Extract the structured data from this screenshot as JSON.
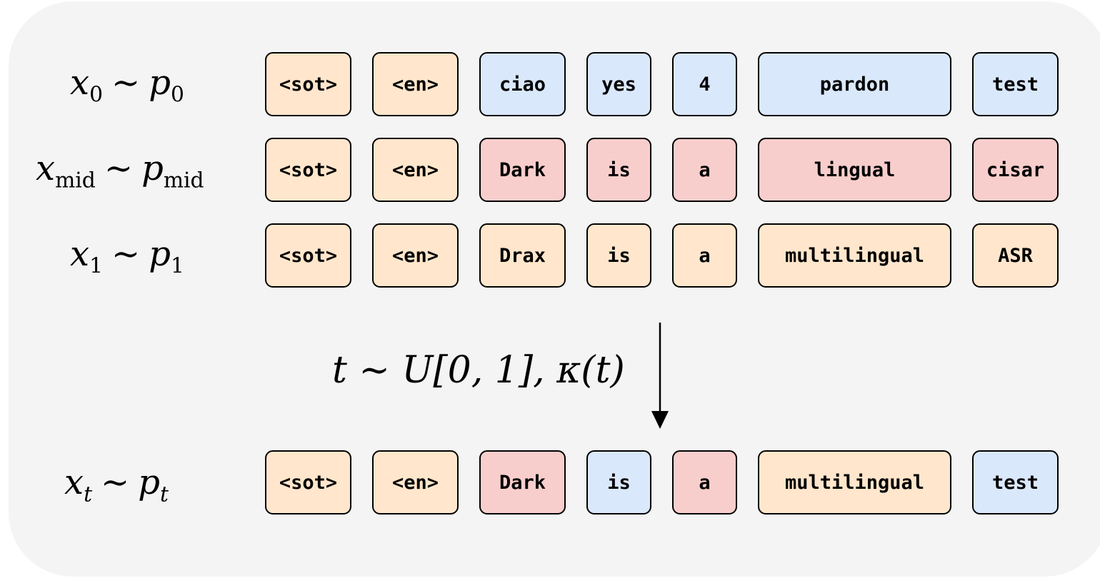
{
  "colors": {
    "orange": "#ffe6cc",
    "blue": "#dae8fc",
    "red": "#f8cecc",
    "panel": "#f4f4f4"
  },
  "labels": {
    "x0": {
      "var": "x",
      "sub": "0",
      "dist": "p",
      "dsub": "0"
    },
    "xmid": {
      "var": "x",
      "sub": "mid",
      "dist": "p",
      "dsub": "mid"
    },
    "x1": {
      "var": "x",
      "sub": "1",
      "dist": "p",
      "dsub": "1"
    },
    "xt": {
      "var": "x",
      "sub": "t",
      "dist": "p",
      "dsub": "t"
    },
    "sampling": "t ∼ U[0, 1], κ(t)"
  },
  "sequences": [
    {
      "id": "x0",
      "tokens": [
        {
          "text": "<sot>",
          "color": "orange"
        },
        {
          "text": "<en>",
          "color": "orange"
        },
        {
          "text": "ciao",
          "color": "blue"
        },
        {
          "text": "yes",
          "color": "blue"
        },
        {
          "text": "4",
          "color": "blue"
        },
        {
          "text": "pardon",
          "color": "blue"
        },
        {
          "text": "test",
          "color": "blue"
        }
      ]
    },
    {
      "id": "xmid",
      "tokens": [
        {
          "text": "<sot>",
          "color": "orange"
        },
        {
          "text": "<en>",
          "color": "orange"
        },
        {
          "text": "Dark",
          "color": "red"
        },
        {
          "text": "is",
          "color": "red"
        },
        {
          "text": "a",
          "color": "red"
        },
        {
          "text": "lingual",
          "color": "red"
        },
        {
          "text": "cisar",
          "color": "red"
        }
      ]
    },
    {
      "id": "x1",
      "tokens": [
        {
          "text": "<sot>",
          "color": "orange"
        },
        {
          "text": "<en>",
          "color": "orange"
        },
        {
          "text": "Drax",
          "color": "orange"
        },
        {
          "text": "is",
          "color": "orange"
        },
        {
          "text": "a",
          "color": "orange"
        },
        {
          "text": "multilingual",
          "color": "orange"
        },
        {
          "text": "ASR",
          "color": "orange"
        }
      ]
    },
    {
      "id": "xt",
      "tokens": [
        {
          "text": "<sot>",
          "color": "orange"
        },
        {
          "text": "<en>",
          "color": "orange"
        },
        {
          "text": "Dark",
          "color": "red"
        },
        {
          "text": "is",
          "color": "blue"
        },
        {
          "text": "a",
          "color": "red"
        },
        {
          "text": "multilingual",
          "color": "orange"
        },
        {
          "text": "test",
          "color": "blue"
        }
      ]
    }
  ]
}
